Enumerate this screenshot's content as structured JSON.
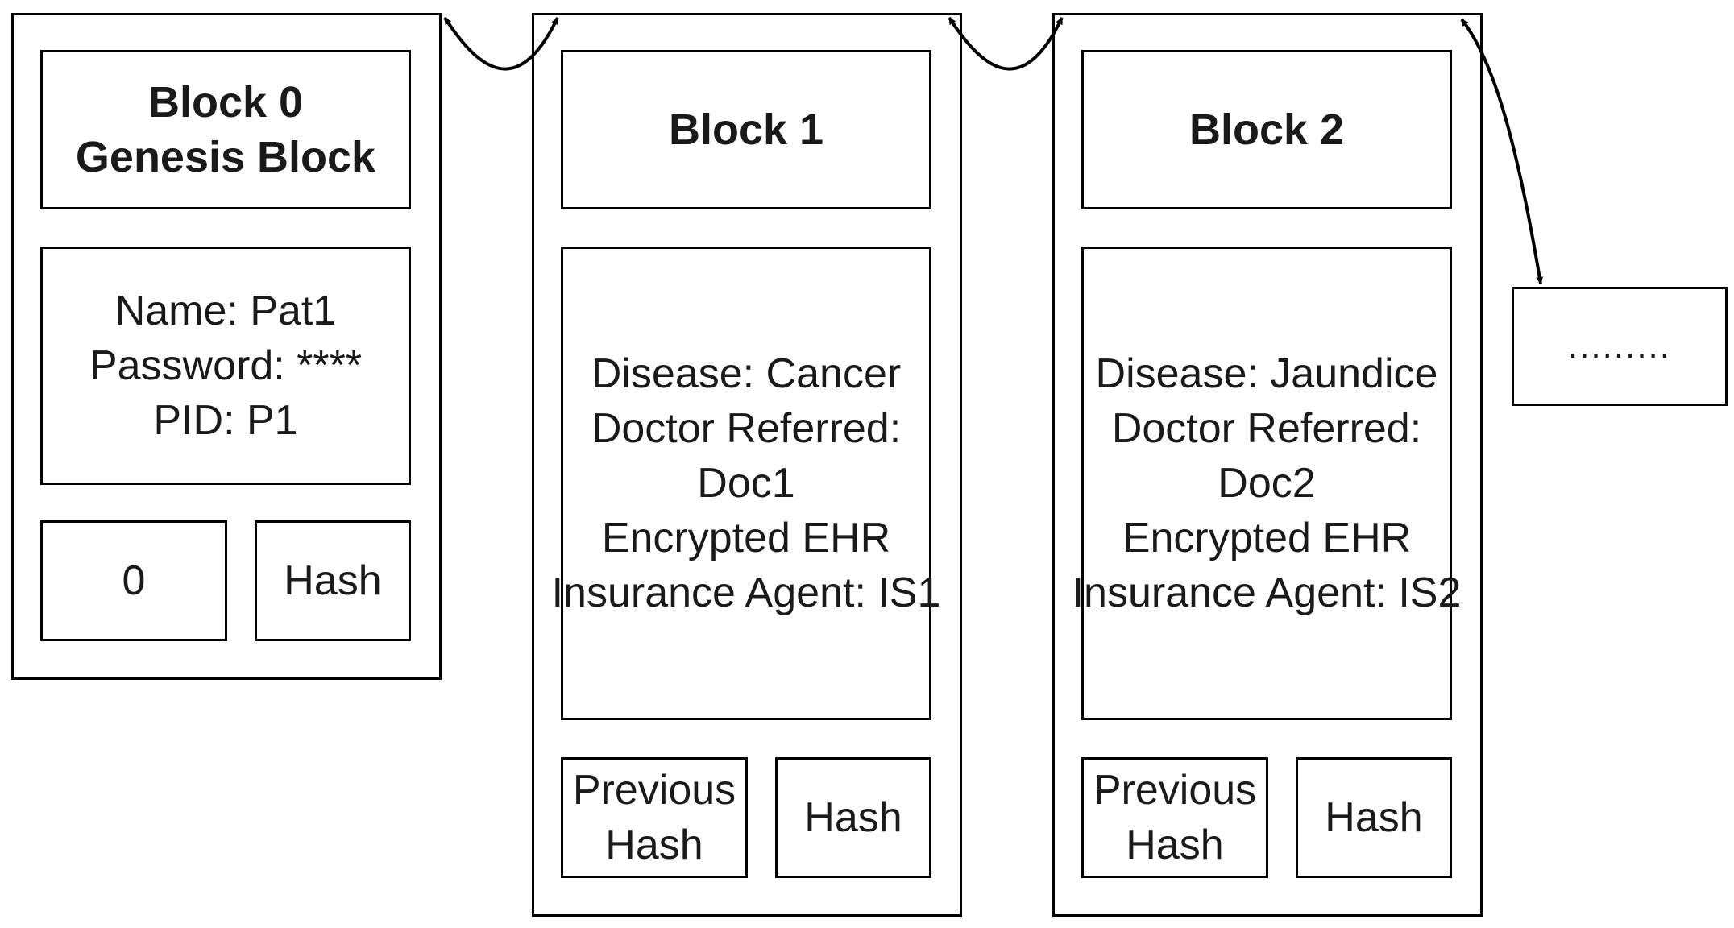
{
  "blocks": [
    {
      "title_lines": [
        "Block 0",
        "Genesis Block"
      ],
      "data_lines": [
        "Name: Pat1",
        "Password: ****",
        "PID: P1"
      ],
      "prev": [
        "0"
      ],
      "hash": "Hash"
    },
    {
      "title_lines": [
        "Block 1"
      ],
      "data_lines": [
        "Disease: Cancer",
        "Doctor Referred:",
        "Doc1",
        "Encrypted EHR",
        "Insurance Agent: IS1"
      ],
      "prev": [
        "Previous",
        "Hash"
      ],
      "hash": "Hash"
    },
    {
      "title_lines": [
        "Block 2"
      ],
      "data_lines": [
        "Disease: Jaundice",
        "Doctor Referred:",
        "Doc2",
        "Encrypted EHR",
        "Insurance Agent: IS2"
      ],
      "prev": [
        "Previous",
        "Hash"
      ],
      "hash": "Hash"
    }
  ],
  "next_block": {
    "label": "........."
  }
}
